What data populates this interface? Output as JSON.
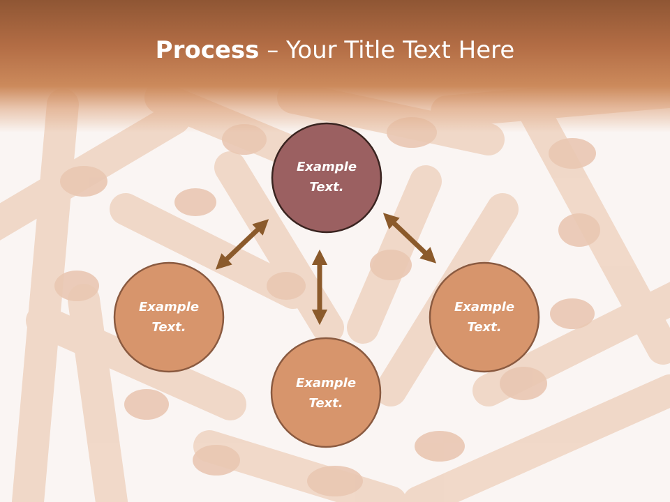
{
  "slide": {
    "title_bold": "Process",
    "title_separator": " – ",
    "title_rest": "Your Title Text Here"
  },
  "nodes": [
    {
      "id": "top",
      "line1": "Example",
      "line2": "Text.",
      "fill": "#9b6061"
    },
    {
      "id": "left",
      "line1": "Example",
      "line2": "Text.",
      "fill": "#d7956c"
    },
    {
      "id": "bottom",
      "line1": "Example",
      "line2": "Text.",
      "fill": "#d7956c"
    },
    {
      "id": "right",
      "line1": "Example",
      "line2": "Text.",
      "fill": "#d7956c"
    }
  ],
  "colors": {
    "header": "#b36d45",
    "node_outline": "#3a2420",
    "arrow": "#8b5a2b",
    "background": "#fbf6f3",
    "hands_pattern": "#e9c7b0"
  },
  "decoration": "hands-circle-background"
}
